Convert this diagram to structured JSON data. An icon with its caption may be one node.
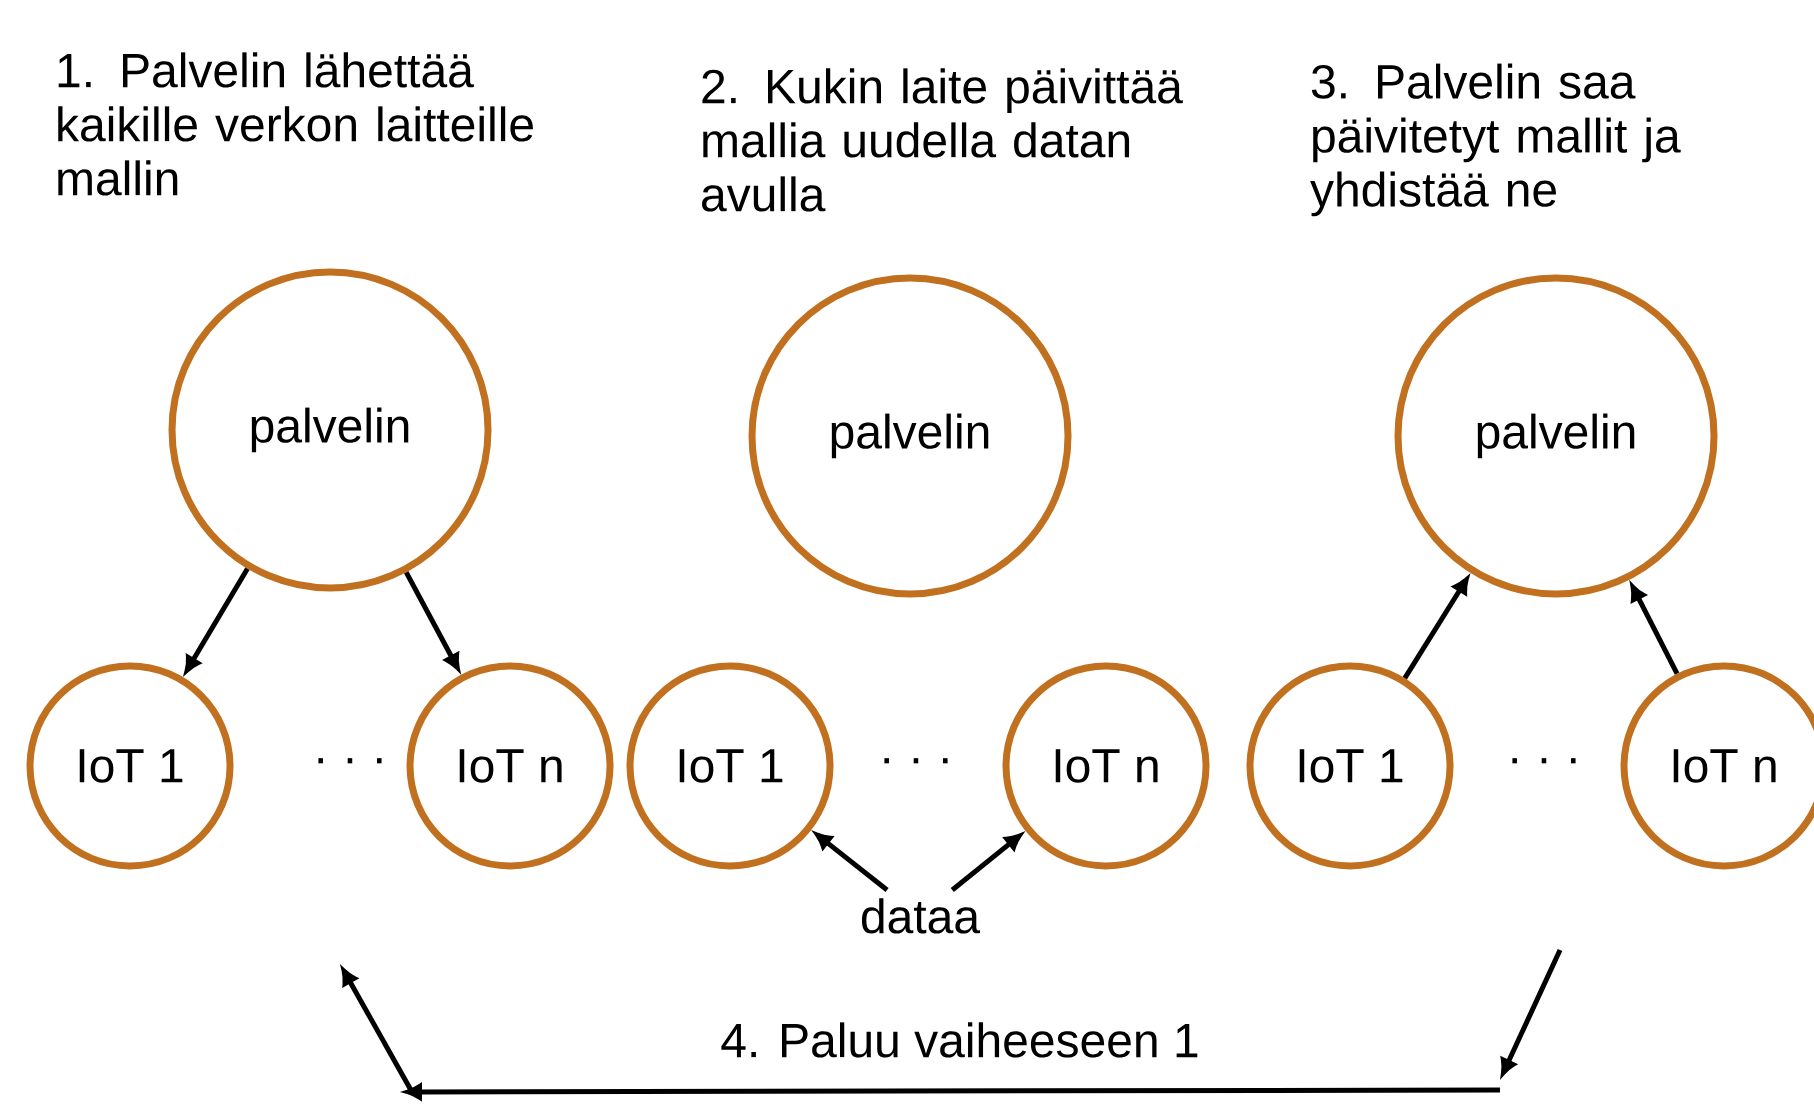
{
  "diagram": {
    "nodes": [
      {
        "text": [
          "palvelin"
        ]
      },
      {
        "text": [
          "IoT 1"
        ]
      },
      {
        "text": [
          "IoT n"
        ]
      },
      {
        "text": [
          "palvelin"
        ]
      },
      {
        "text": [
          "IoT 1"
        ]
      },
      {
        "text": [
          "IoT n"
        ]
      },
      {
        "text": [
          "palvelin"
        ]
      },
      {
        "text": [
          "IoT 1"
        ]
      },
      {
        "text": [
          "IoT n"
        ]
      },
      {
        "text": [
          "dataa"
        ]
      }
    ],
    "edges": [
      {
        "from": 0,
        "to": 1,
        "arrow": "to"
      },
      {
        "from": 0,
        "to": 2,
        "arrow": "to"
      },
      {
        "from": 9,
        "to": 4,
        "arrow": "to"
      },
      {
        "from": 9,
        "to": 5,
        "arrow": "to"
      },
      {
        "from": 7,
        "to": 6,
        "arrow": "to"
      },
      {
        "from": 8,
        "to": 6,
        "arrow": "to"
      }
    ],
    "labels": [
      "1. Palvelin lähettää kaikille verkon laitteille mallin",
      "2. Kukin laite päivittää mallia uudella datan avulla",
      "3. Palvelin saa päivitetyt mallit ja yhdistää ne",
      "· · ·",
      "· · ·",
      "· · ·",
      "4. Paluu vaiheeseen 1"
    ]
  }
}
